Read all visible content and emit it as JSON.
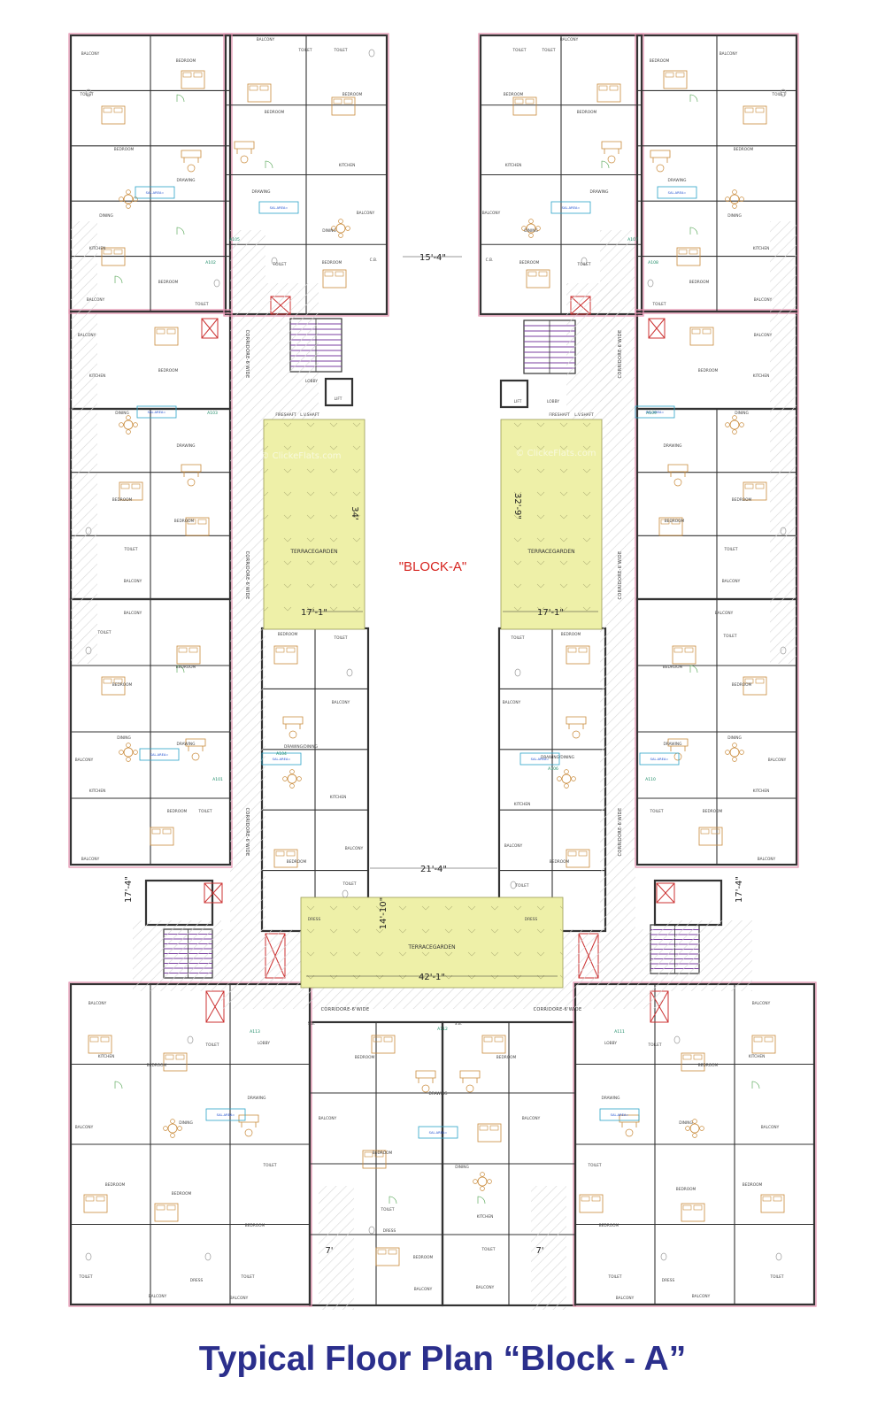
{
  "title": "Typical Floor Plan “Block - A”",
  "block_label": "\"BLOCK-A\"",
  "watermark": "© ClickeFlats.com",
  "colors": {
    "wall": "#333333",
    "outer_wall": "#e58fae",
    "terrace": "#eef0a8",
    "furniture": "#c98a3a",
    "hatch": "#dcdcdc",
    "stair": "#7b3fa0",
    "sal_box": "#2aa3c8",
    "title": "#2b2f8c",
    "block_label": "#d6241f"
  },
  "dimensions": {
    "top_gap": "15'-4\"",
    "left_terrace_height": "34'",
    "right_terrace_height": "32'-9\"",
    "left_terrace_width": "17'-1\"",
    "right_terrace_width": "17'-1\"",
    "center_gap": "21'-4\"",
    "bottom_terrace_height": "14'-10\"",
    "bottom_terrace_width": "42'-1\"",
    "left_wing": "17'-4\"",
    "right_wing": "17'-4\"",
    "bottom_left_gap": "7'",
    "bottom_right_gap": "7'"
  },
  "terrace_label": "TERRACEGARDEN",
  "corridor_label": "CORRIDORE-6'WIDE",
  "rooms": {
    "bedroom": "BEDROOM",
    "drawing": "DRAWING",
    "dining": "DINING",
    "kitchen": "KITCHEN",
    "toilet": "TOILET",
    "balcony": "BALCONY",
    "lobby": "LOBBY",
    "lift": "LIFT",
    "dress": "DRESS",
    "cb": "C.B.",
    "sbath": "S.B.",
    "fireshaft": "FIRESHAFT",
    "lvshaft": "L.V.SHAFT",
    "drawing_dining": "DRAWING/DINING",
    "saleable": "SAL.AREA="
  },
  "units": [
    "A101",
    "A102",
    "A103",
    "A104",
    "A105",
    "A106",
    "A107",
    "A108",
    "A109",
    "A110",
    "A111",
    "A112",
    "A113"
  ]
}
